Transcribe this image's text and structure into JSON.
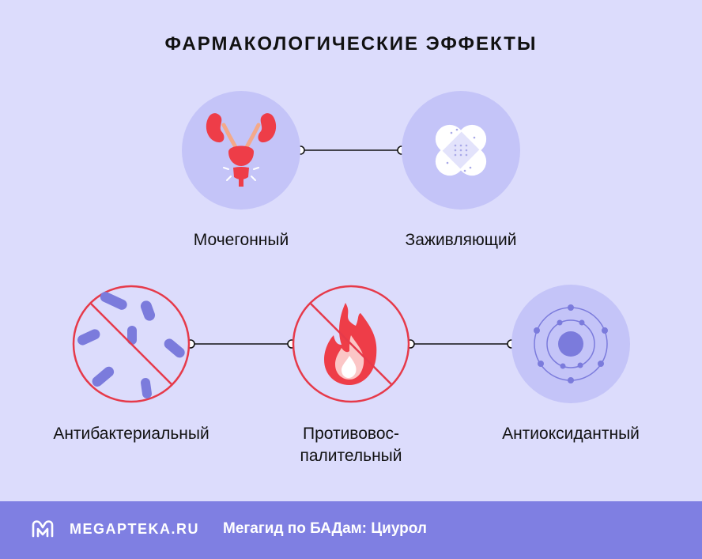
{
  "title": "ФАРМАКОЛОГИЧЕСКИЕ ЭФФЕКТЫ",
  "effects": [
    {
      "label": "Мочегонный",
      "icon": "kidneys-icon"
    },
    {
      "label": "Заживляющий",
      "icon": "bandage-icon"
    },
    {
      "label": "Антибактериальный",
      "icon": "crossed-bacteria-icon"
    },
    {
      "label_lines": [
        "Противовос-",
        "палительный"
      ],
      "icon": "crossed-fire-icon"
    },
    {
      "label": "Антиоксидантный",
      "icon": "atom-icon"
    }
  ],
  "footer": {
    "brand": "MEGAPTEKA.RU",
    "tagline": "Мегагид по БАДам: Циурол",
    "logo_icon": "megapteka-logo-icon"
  },
  "colors": {
    "background": "#dcdcfc",
    "circle": "#c4c4f8",
    "accent_red": "#e63a4a",
    "organ_red": "#ee3d48",
    "bacteria": "#7b7bdc",
    "footer": "#7f7fe2"
  }
}
